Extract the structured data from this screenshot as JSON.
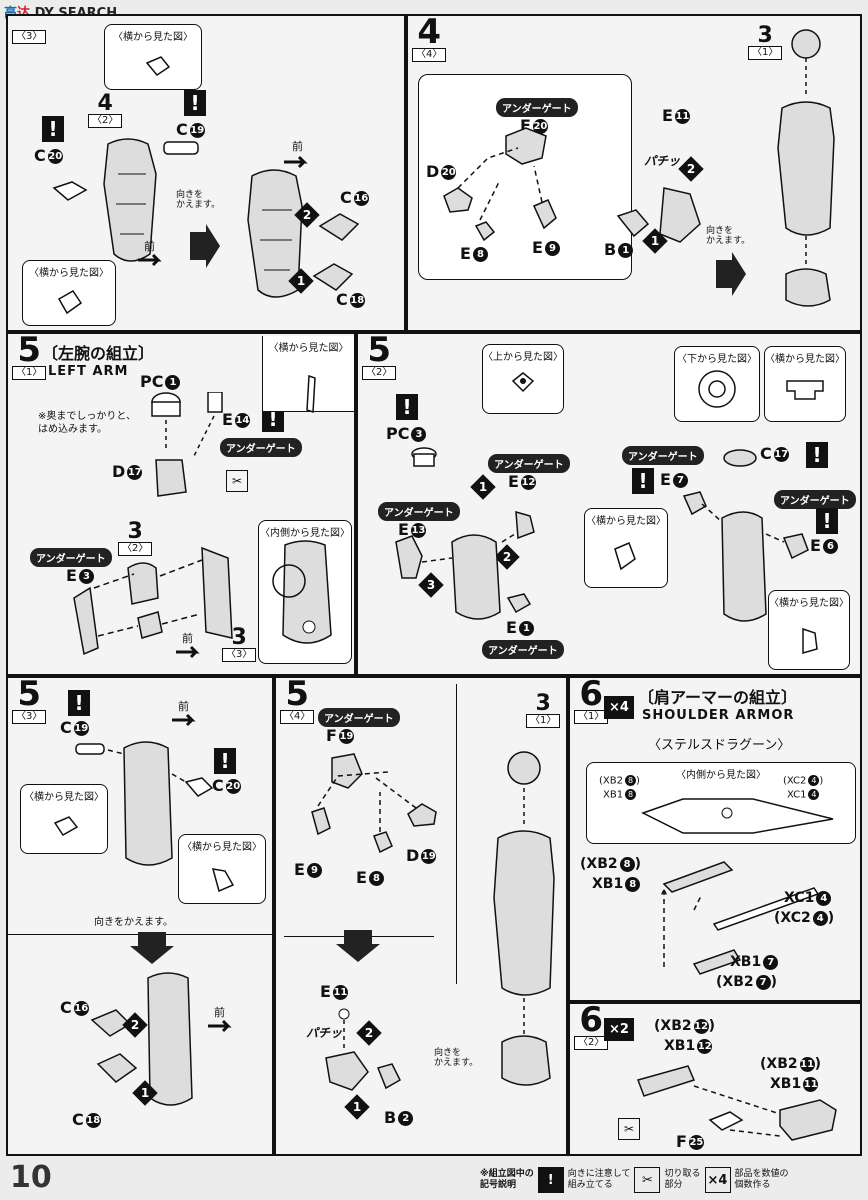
{
  "watermark": {
    "part1": "高",
    "part2": "达",
    "part3": "DY SEARCH"
  },
  "page_number": "10",
  "panel1": {
    "step_sub": "〈3〉",
    "ref_step": "4",
    "ref_sub": "〈2〉",
    "side_view_top": "〈横から見た図〉",
    "side_view_bottom": "〈横から見た図〉",
    "c19": "C",
    "c20": "C",
    "c16": "C",
    "c18": "C",
    "front": "前",
    "front2": "前",
    "turn": "向きを\nかえます。",
    "n1": "1",
    "n2": "2"
  },
  "panel2": {
    "step_num": "4",
    "step_sub": "〈4〉",
    "under_gate": "アンダーゲート",
    "f20": "F",
    "e11": "E",
    "d20": "D",
    "e8": "E",
    "e9": "E",
    "b1": "B",
    "snap": "パチッ",
    "turn": "向きを\nかえます。",
    "ref_step": "3",
    "ref_sub": "〈1〉"
  },
  "panel3": {
    "step_num": "5",
    "step_sub": "〈1〉",
    "title_jp": "〔左腕の組立〕",
    "title_en": "LEFT ARM",
    "pc1": "PC",
    "e14": "E",
    "d17": "D",
    "note": "※奥までしっかりと、\nはめ込みます。",
    "under_gate": "アンダーゲート",
    "side_view": "〈横から見た図〉",
    "under_gate2": "アンダーゲート",
    "e3": "E",
    "ref_step": "3",
    "ref_sub": "〈2〉",
    "ref_step2": "3",
    "ref_sub2": "〈3〉",
    "inner_view": "〈内側から見た図〉",
    "front": "前"
  },
  "panel4": {
    "step_num": "5",
    "step_sub": "〈2〉",
    "top_view": "〈上から見た図〉",
    "pc3": "PC",
    "under_gate_e12": "アンダーゲート",
    "e12": "E",
    "under_gate_e13": "アンダーゲート",
    "e13": "E",
    "e1": "E",
    "under_gate_e1": "アンダーゲート",
    "bottom_view": "〈下から見た図〉",
    "side_view": "〈横から見た図〉",
    "c17": "C",
    "under_gate_e7": "アンダーゲート",
    "e7": "E",
    "under_gate_e6": "アンダーゲート",
    "e6": "E",
    "side_view2": "〈横から見た図〉",
    "side_view3": "〈横から見た図〉"
  },
  "panel5": {
    "step_num": "5",
    "step_sub": "〈3〉",
    "c19": "C",
    "c20": "C",
    "side_view": "〈横から見た図〉",
    "side_view2": "〈横から見た図〉",
    "front": "前",
    "turn": "向きをかえます。",
    "c16": "C",
    "c18": "C",
    "front2": "前"
  },
  "panel6": {
    "step_num": "5",
    "step_sub": "〈4〉",
    "under_gate": "アンダーゲート",
    "f19": "F",
    "e9": "E",
    "e8": "E",
    "d19": "D",
    "e11": "E",
    "snap": "パチッ",
    "b2": "B",
    "ref_step": "3",
    "ref_sub": "〈1〉",
    "turn": "向きを\nかえます。"
  },
  "panel7": {
    "step_num": "6",
    "step_sub": "〈1〉",
    "multiplier": "×4",
    "title_jp": "〔肩アーマーの組立〕",
    "title_en": "SHOULDER ARMOR",
    "subtitle": "〈ステルスドラグーン〉",
    "inner_view": "〈内側から見た図〉",
    "xb28_a": "(XB2",
    "xb18_a": "XB1",
    "xc24_a": "(XC2",
    "xc14_a": "XC1",
    "xb28_b": "(XB2",
    "xb18_b": "XB1",
    "xc14_b": "XC1",
    "xc24_b": "(XC2",
    "xb17": "XB1",
    "xb27": "(XB2"
  },
  "panel8": {
    "step_num": "6",
    "step_sub": "〈2〉",
    "multiplier": "×2",
    "xb212": "(XB2",
    "xb112": "XB1",
    "xb211": "(XB2",
    "xb111": "XB1",
    "f25": "F"
  },
  "legend": {
    "title": "※組立図中の\n記号説明",
    "item1": "向きに注意して\n組み立てる",
    "item2": "切り取る\n部分",
    "item3_icon": "×4",
    "item3": "部品を数値の\n個数作る"
  }
}
